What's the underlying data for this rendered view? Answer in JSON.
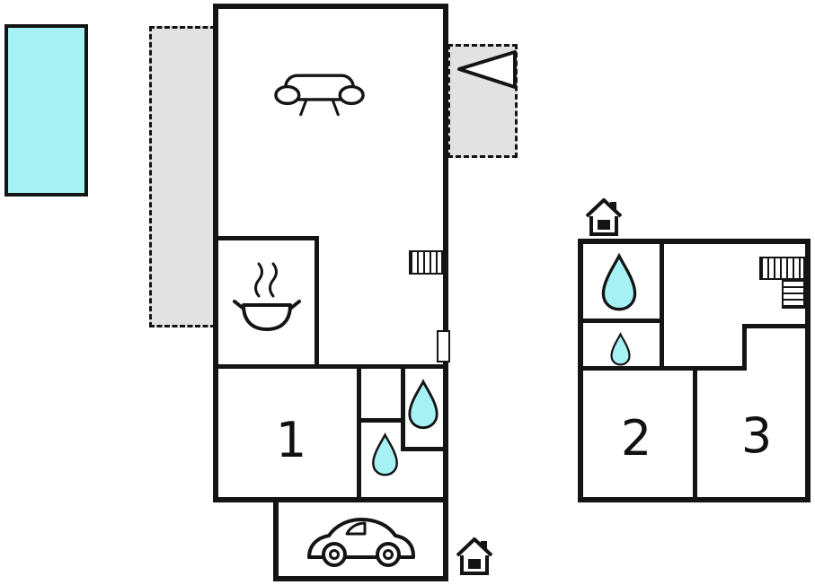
{
  "rooms": {
    "room1": {
      "label": "1"
    },
    "room2": {
      "label": "2"
    },
    "room3": {
      "label": "3"
    }
  },
  "colors": {
    "water": "#a6f1f4",
    "terrace_fill": "#e2e2e2",
    "wall": "#141414",
    "background": "#ffffff"
  },
  "icons": {
    "pool": "swimming-pool",
    "sofa": "sofa-top-view",
    "stove": "cooking-pot-with-steam",
    "stairs_ground": "staircase-straight",
    "stairs_upper": "staircase-l-shaped",
    "drop_bath_main_upper": "water-drop",
    "drop_bath_main_lower": "water-drop",
    "drop_bath_upper_large": "water-drop",
    "drop_bath_upper_small": "water-drop",
    "car": "car-in-garage",
    "door": "entrance-door",
    "utility_house_ground": "house-with-black-square",
    "utility_house_upper": "house-with-black-square",
    "terrace_marker": "triangle-flag"
  }
}
